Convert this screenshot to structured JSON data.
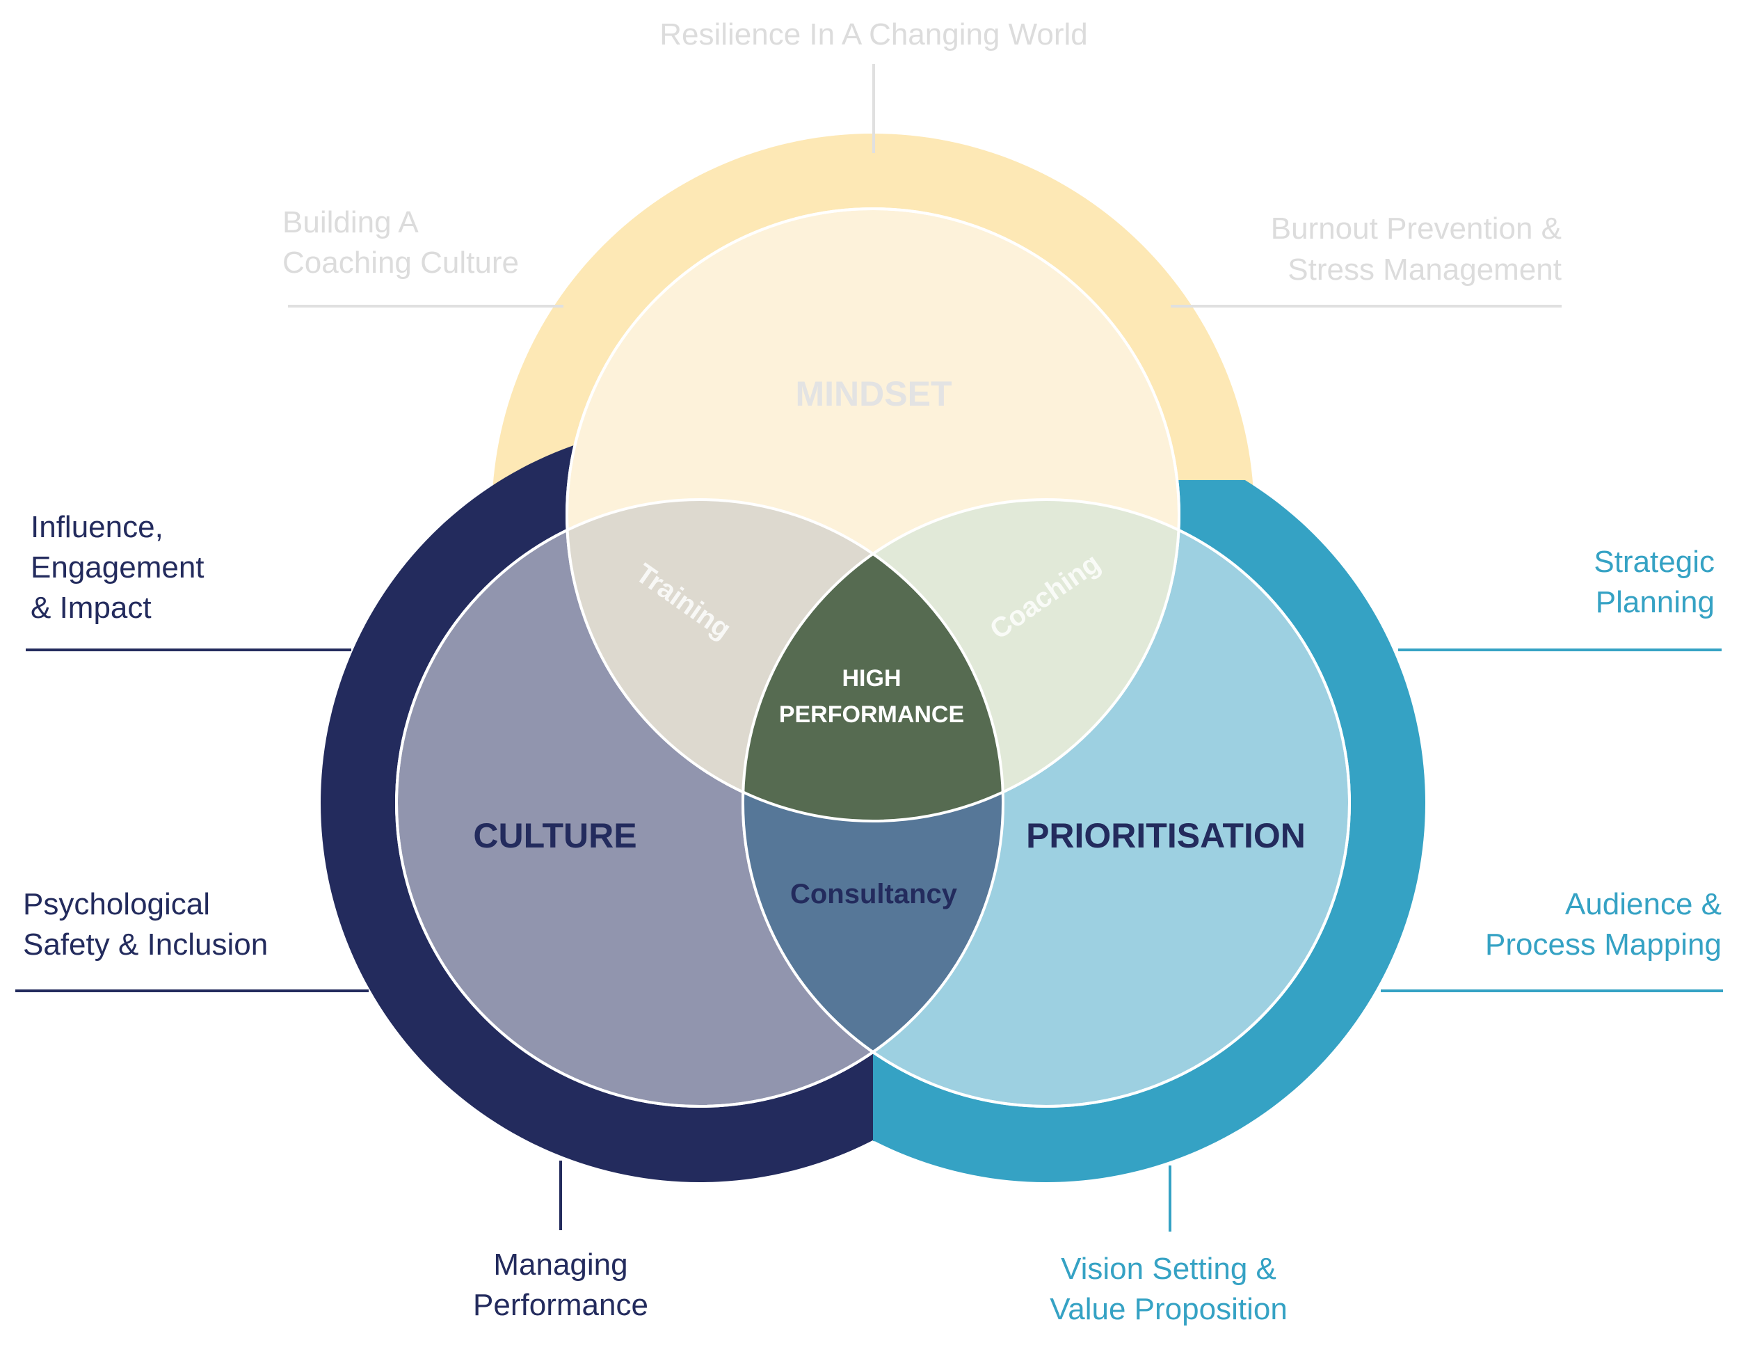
{
  "circles": {
    "mindset": {
      "label": "MINDSET",
      "ring_color": "#FDE8B5",
      "fill_color": "#FDF2DA",
      "text_color": "#E3E3E3"
    },
    "culture": {
      "label": "CULTURE",
      "ring_color": "#232B5D",
      "fill_color": "#9195AE",
      "text_color": "#232B5D"
    },
    "prioritisation": {
      "label": "PRIORITISATION",
      "ring_color": "#35A2C4",
      "fill_color": "#9DD0E1",
      "text_color": "#232B5D"
    }
  },
  "overlaps": {
    "center": {
      "line1": "HIGH",
      "line2": "PERFORMANCE",
      "color": "#566B51"
    },
    "bottom": {
      "label": "Consultancy",
      "color": "#567798"
    },
    "left": {
      "label": "Training",
      "color": "#DDD9CF"
    },
    "right": {
      "label": "Coaching",
      "color": "#E1E9D8"
    }
  },
  "outer_labels": {
    "top": "Resilience In A Changing World",
    "top_left": [
      "Building A",
      "Coaching Culture"
    ],
    "top_right": [
      "Burnout Prevention &",
      "Stress Management"
    ],
    "left_upper": [
      "Influence,",
      "Engagement",
      "& Impact"
    ],
    "left_lower": [
      "Psychological",
      "Safety & Inclusion"
    ],
    "bottom_left": [
      "Managing",
      "Performance"
    ],
    "right_upper": [
      "Strategic",
      "Planning"
    ],
    "right_lower": [
      "Audience &",
      "Process Mapping"
    ],
    "bottom_right": [
      "Vision Setting &",
      "Value Proposition"
    ]
  },
  "colors": {
    "faded_text": "#DCDCDC",
    "navy": "#232B5D",
    "teal": "#35A2C4",
    "leader_gray": "#E0E0E0"
  }
}
